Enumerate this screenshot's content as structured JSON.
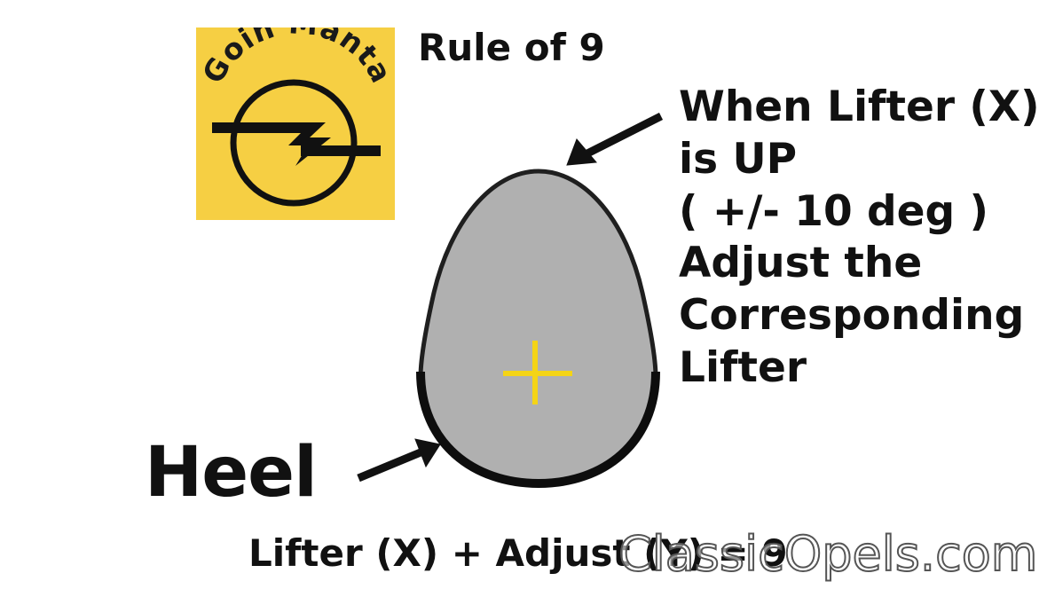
{
  "logo": {
    "text": "Goin Manta",
    "bg_color": "#f6cf43"
  },
  "title": "Rule of 9",
  "note_lines": [
    "When Lifter (X)",
    "is UP",
    "( +/- 10 deg )",
    "Adjust the",
    "Corresponding",
    "Lifter"
  ],
  "heel_label": "Heel",
  "formula": "Lifter (X) + Adjust (Y) = 9",
  "watermark": "ClassicOpels.com",
  "colors": {
    "cam_fill": "#b0b0b0",
    "outline": "#1a1a1a",
    "center_mark": "#f4d416"
  }
}
